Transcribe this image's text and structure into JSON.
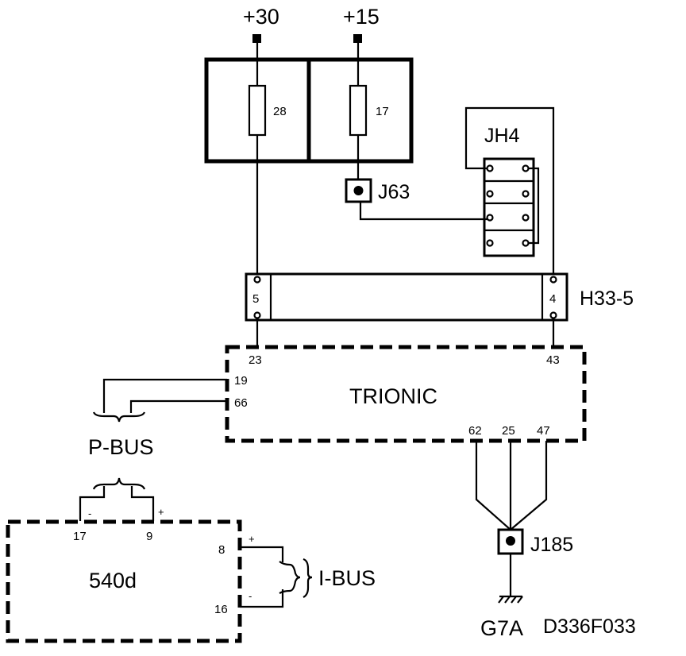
{
  "supplies": {
    "plus30": "+30",
    "plus15": "+15"
  },
  "fuses": {
    "left": "28",
    "right": "17"
  },
  "connectors": {
    "j63": "J63",
    "jh4": "JH4",
    "h33": "H33-5",
    "j185": "J185"
  },
  "h33_pins": {
    "left": "5",
    "right": "4"
  },
  "trionic": {
    "label": "TRIONIC",
    "pins": {
      "p23": "23",
      "p43": "43",
      "p19": "19",
      "p66": "66",
      "p62": "62",
      "p25": "25",
      "p47": "47"
    }
  },
  "pbus": {
    "label": "P-BUS",
    "minus": "-",
    "plus": "+"
  },
  "module_540d": {
    "label": "540d",
    "pins": {
      "p17": "17",
      "p9": "9",
      "p8": "8",
      "p16": "16"
    },
    "plus": "+",
    "minus": "-"
  },
  "ibus": {
    "label": "I-BUS"
  },
  "ground": {
    "label": "G7A"
  },
  "doc_id": "D336F033"
}
